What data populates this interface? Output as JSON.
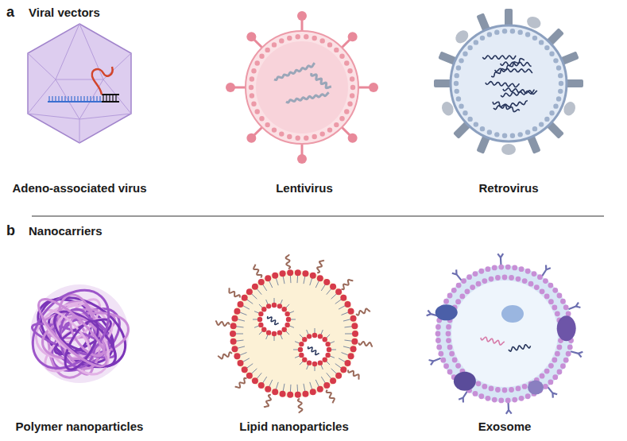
{
  "diagram": {
    "labels": [
      "a",
      "Viral vectors",
      "Adeno-associated virus",
      "Lentivirus",
      "Retrovirus",
      "b",
      "Nanocarriers",
      "Polymer nanoparticles",
      "Lipid nanoparticles",
      "Exosome"
    ]
  }
}
